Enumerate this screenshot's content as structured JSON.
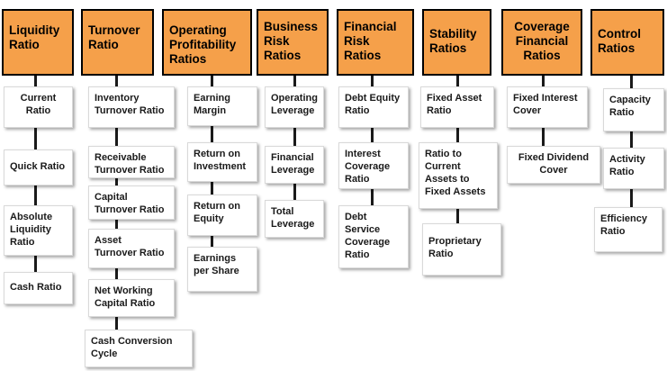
{
  "headers": {
    "liquidity": "Liquidity\nRatio",
    "turnover": "Turnover\nRatio",
    "operating": "Operating\nProfitability\nRatios",
    "business": "Business\nRisk\nRatios",
    "financial": "Financial\nRisk\nRatios",
    "stability": "Stability\nRatios",
    "coverage": "Coverage\nFinancial\nRatios",
    "control": "Control\nRatios"
  },
  "items": {
    "liquidity": [
      "Current\nRatio",
      "Quick Ratio",
      "Absolute\nLiquidity\nRatio",
      "Cash Ratio"
    ],
    "turnover": [
      "Inventory\nTurnover Ratio",
      "Receivable\nTurnover Ratio",
      "Capital\nTurnover Ratio",
      "Asset\nTurnover Ratio",
      "Net Working\nCapital Ratio",
      "Cash Conversion\nCycle"
    ],
    "operating": [
      "Earning\nMargin",
      "Return on\nInvestment",
      "Return on\nEquity",
      "Earnings\nper Share"
    ],
    "business": [
      "Operating\nLeverage",
      "Financial\nLeverage",
      "Total\nLeverage"
    ],
    "financial": [
      "Debt Equity\nRatio",
      "Interest\nCoverage\nRatio",
      "Debt\nService\nCoverage\nRatio"
    ],
    "stability": [
      "Fixed Asset\nRatio",
      "Ratio to\nCurrent\nAssets to\nFixed Assets",
      "Proprietary\nRatio"
    ],
    "coverage": [
      "Fixed Interest\nCover",
      "Fixed Dividend\nCover"
    ],
    "control": [
      "Capacity\nRatio",
      "Activity\nRatio",
      "Efficiency\nRatio"
    ]
  },
  "colors": {
    "header_fill": "#f5a04a",
    "header_border": "#000000",
    "box_fill": "#ffffff",
    "connector": "#1a1a1a"
  }
}
